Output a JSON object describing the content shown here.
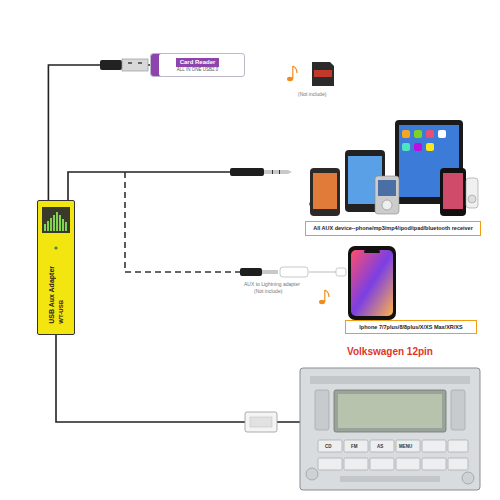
{
  "diagram": {
    "nodes": [
      {
        "text": [
          "USB Aux Adapter",
          "WT-USB"
        ]
      },
      {
        "text": [
          "Card Reader",
          "ALL IN ONE USB2.0"
        ]
      },
      {
        "text": [
          "All AUX device--phone/mp3/mp4/ipod/ipad/bluetooth receiver"
        ]
      },
      {
        "text": [
          "Iphone 7/7plus/8/8plus/X/XS Max/XR/XS"
        ]
      },
      {
        "text": [
          "Volkswagen 12pin"
        ]
      }
    ],
    "edges": [
      {
        "from": 0,
        "to": 1,
        "arrow": "none"
      },
      {
        "from": 0,
        "to": 4,
        "arrow": "none"
      }
    ],
    "labels": [
      "(Not include)",
      "AUX to Lightning adapter",
      "(Not include)",
      "CD",
      "FM",
      "AS",
      "MENU"
    ]
  }
}
